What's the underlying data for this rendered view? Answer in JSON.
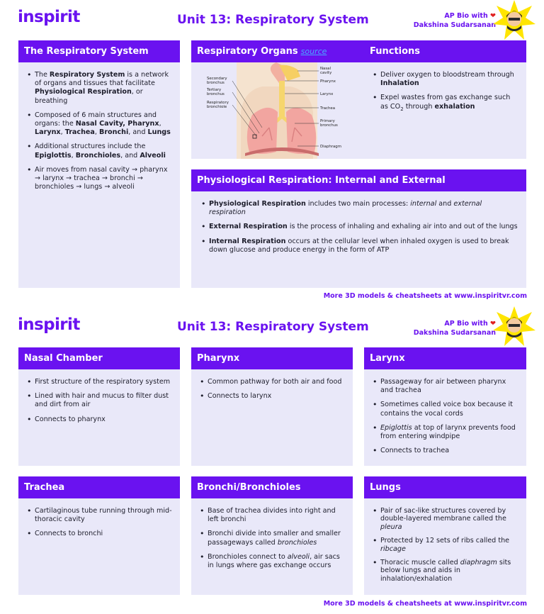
{
  "page1": {
    "logo": "inspirit",
    "title": "Unit 13: Respiratory System",
    "author_line1": "AP Bio with",
    "author_line2": "Dakshina Sudarsanan",
    "footer": "More 3D models & cheatsheets at www.inspiritvr.com",
    "respiratory_system": {
      "heading": "The Respiratory System",
      "b1_pre": "The ",
      "b1_term": "Respiratory System",
      "b1_mid": " is a network of organs and tissues that facilitate ",
      "b1_term2": "Physiological Respiration",
      "b1_post": ", or breathing",
      "b2_pre": "Composed of 6 main structures and organs: the ",
      "b2_t1": "Nasal Cavity, Pharynx",
      "b2_sep1": ", ",
      "b2_t2": "Larynx",
      "b2_sep2": ", ",
      "b2_t3": "Trachea",
      "b2_sep3": ", ",
      "b2_t4": "Bronchi",
      "b2_sep4": ", and ",
      "b2_t5": "Lungs",
      "b3_pre": "Additional structures include the ",
      "b3_t1": "Epiglottis",
      "b3_sep1": ", ",
      "b3_t2": "Bronchioles",
      "b3_sep2": ", and ",
      "b3_t3": "Alveoli",
      "b4": "Air moves from nasal cavity → pharynx → larynx → trachea → bronchi → bronchioles → lungs → alveoli"
    },
    "organs": {
      "heading": "Respiratory Organs",
      "source_link": "source",
      "labels": {
        "nasal_cavity_1": "Nasal",
        "nasal_cavity_2": "cavity",
        "pharynx": "Pharynx",
        "larynx": "Larynx",
        "trachea": "Trachea",
        "primary_1": "Primary",
        "primary_2": "bronchus",
        "diaphragm": "Diaphragm",
        "secondary_1": "Secondary",
        "secondary_2": "bronchus",
        "tertiary_1": "Tertiary",
        "tertiary_2": "bronchus",
        "respiratory_1": "Respiratory",
        "respiratory_2": "bronchiole"
      }
    },
    "functions": {
      "heading": "Functions",
      "b1_pre": "Deliver oxygen to bloodstream through ",
      "b1_term": "Inhalation",
      "b2_pre": "Expel wastes from gas exchange such as CO",
      "b2_sub": "2",
      "b2_mid": "  through ",
      "b2_term": "exhalation"
    },
    "physiological": {
      "heading": "Physiological Respiration: Internal and External",
      "b1_term": "Physiological Respiration",
      "b1_mid": "  includes two main processes: ",
      "b1_i1": "internal",
      "b1_and": " and ",
      "b1_i2": "external respiration",
      "b2_term": "External Respiration",
      "b2_rest": " is the process of inhaling and exhaling air into and out of the lungs",
      "b3_term": "Internal Respiration",
      "b3_rest": " occurs at the cellular level when inhaled oxygen is used to break down glucose and produce energy in the form of ATP"
    }
  },
  "page2": {
    "logo": "inspirit",
    "title": "Unit 13: Respiratory System",
    "author_line1": "AP Bio with",
    "author_line2": "Dakshina Sudarsanan",
    "footer": "More 3D models & cheatsheets at www.inspiritvr.com",
    "nasal": {
      "heading": "Nasal Chamber",
      "b1": "First structure of the respiratory system",
      "b2": "Lined with hair and mucus to filter dust and dirt from air",
      "b3": "Connects to pharynx"
    },
    "pharynx": {
      "heading": "Pharynx",
      "b1": "Common pathway for both air and food",
      "b2": "Connects to larynx"
    },
    "larynx": {
      "heading": "Larynx",
      "b1": "Passageway for air between pharynx and trachea",
      "b2": "Sometimes called voice box because it contains the vocal cords",
      "b3_i": "Epiglottis",
      "b3_rest": " at top of larynx prevents food from entering windpipe",
      "b4": "Connects to trachea"
    },
    "trachea": {
      "heading": "Trachea",
      "b1": "Cartilaginous tube running through mid-thoracic cavity",
      "b2": "Connects to bronchi"
    },
    "bronchi": {
      "heading": "Bronchi/Bronchioles",
      "b1": "Base of trachea divides into right and left bronchi",
      "b2_pre": "Bronchi divide into smaller and smaller passageways called ",
      "b2_i": "bronchioles",
      "b3_pre": "Bronchioles connect to ",
      "b3_i": "alveoli",
      "b3_rest": ", air sacs in lungs where gas exchange occurs"
    },
    "lungs": {
      "heading": "Lungs",
      "b1_pre": "Pair of sac-like structures covered by double-layered membrane called the ",
      "b1_i": "pleura",
      "b2_pre": "Protected by 12 sets of ribs called the ",
      "b2_i": "ribcage",
      "b3_pre": "Thoracic muscle called ",
      "b3_i": "diaphragm",
      "b3_rest": " sits below lungs and aids in inhalation/exhalation"
    }
  },
  "colors": {
    "brand_purple": "#6a12f0",
    "card_bg": "#e9e8f9",
    "star_yellow": "#ffe500",
    "heart_red": "#e02020",
    "link_blue": "#4aa8ff"
  }
}
